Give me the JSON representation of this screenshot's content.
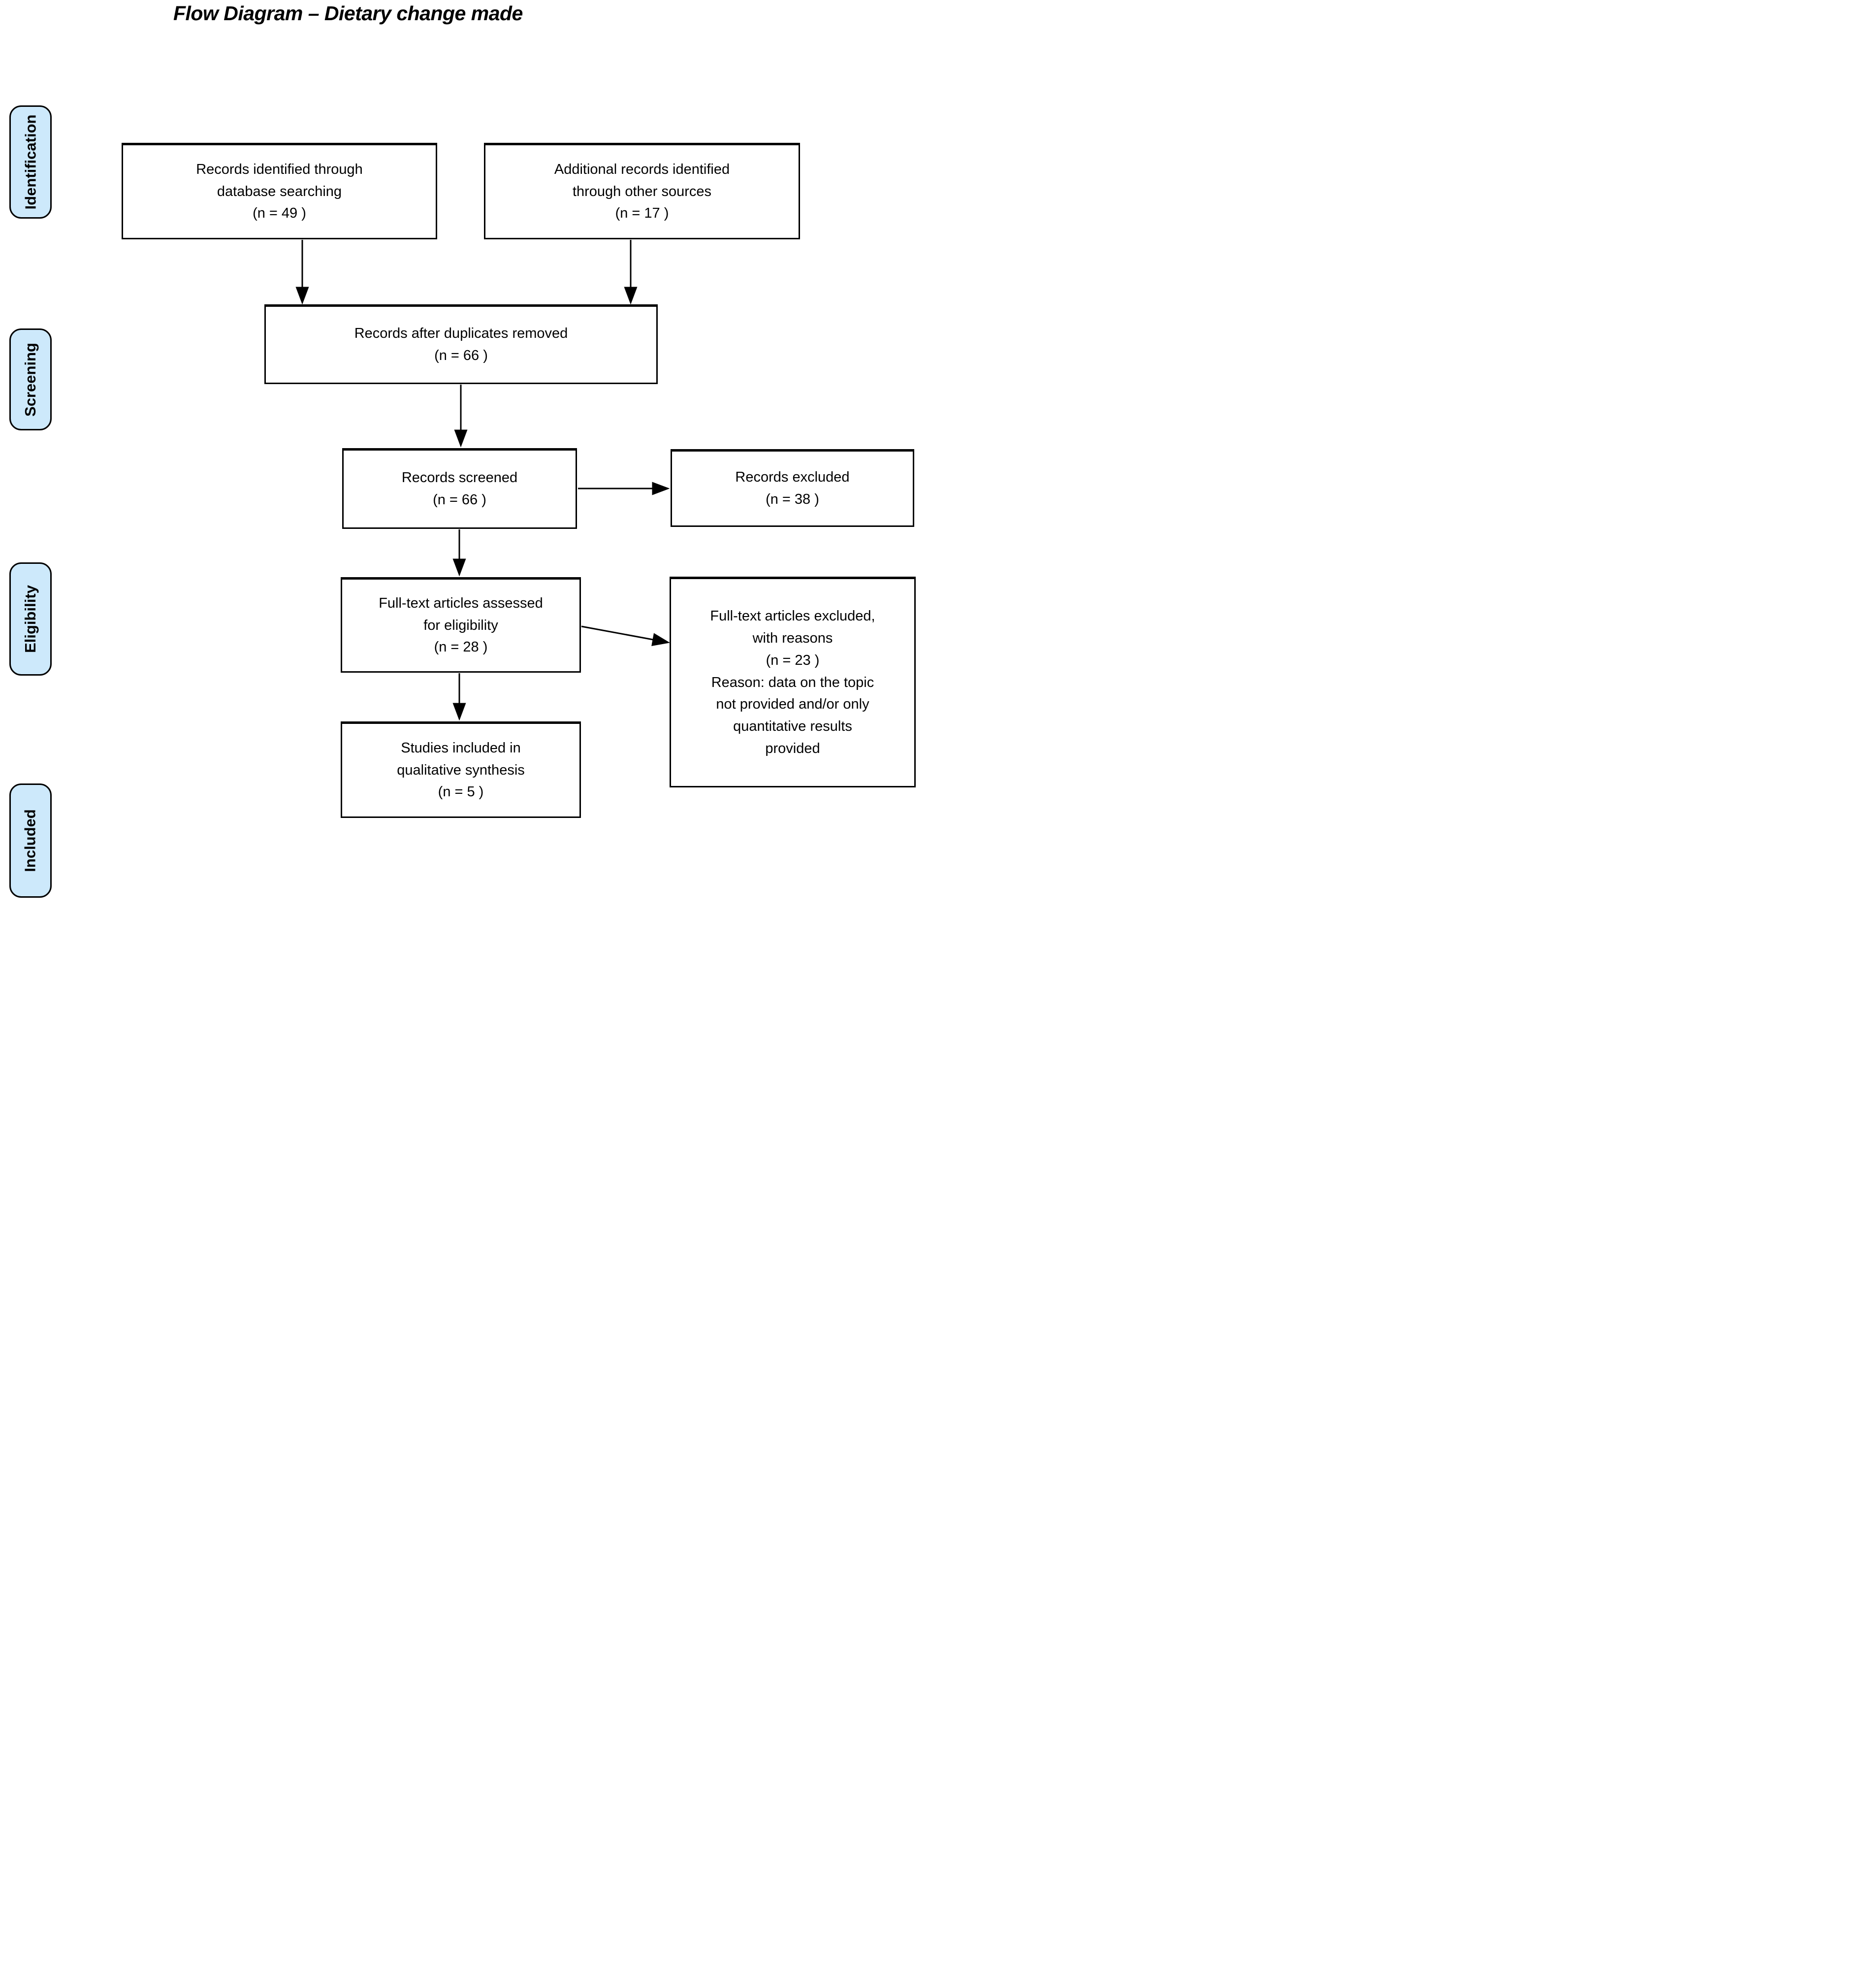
{
  "title": "Flow Diagram – Dietary change made",
  "colors": {
    "stage_fill": "#cde9fb",
    "box_fill": "#ffffff",
    "line_color": "#000000"
  },
  "stages": [
    {
      "label": "Identification"
    },
    {
      "label": "Screening"
    },
    {
      "label": "Eligibility"
    },
    {
      "label": "Included"
    }
  ],
  "boxes": [
    {
      "id": "records-identified",
      "text": "Records identified through\ndatabase searching\n(n = 49 )"
    },
    {
      "id": "additional-records",
      "text": "Additional records identified\nthrough other sources\n(n = 17  )"
    },
    {
      "id": "duplicates-removed",
      "text": "Records after duplicates removed\n(n = 66  )"
    },
    {
      "id": "records-screened",
      "text": "Records screened\n(n = 66  )"
    },
    {
      "id": "records-excluded",
      "text": "Records excluded\n(n = 38 )"
    },
    {
      "id": "fulltext-assessed",
      "text": "Full-text articles assessed\nfor eligibility\n(n = 28  )"
    },
    {
      "id": "fulltext-excluded",
      "text": "Full-text articles excluded,\nwith reasons\n(n = 23 )\nReason: data on the topic\nnot provided and/or only\nquantitative results\nprovided"
    },
    {
      "id": "studies-included",
      "text": "Studies included in\nqualitative synthesis\n(n = 5 )"
    }
  ]
}
